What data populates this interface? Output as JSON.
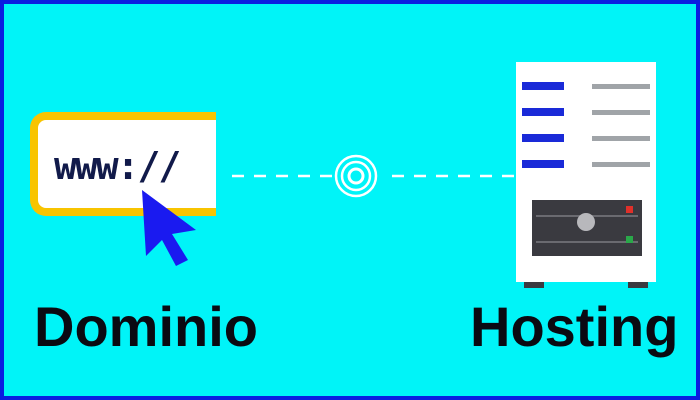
{
  "url_bar": {
    "text": "www://"
  },
  "labels": {
    "left": "Dominio",
    "right": "Hosting"
  },
  "colors": {
    "background": "#00f4f8",
    "frame": "#0a1ee0",
    "url_border": "#f8c400",
    "cursor": "#1a1af0",
    "server_blue": "#1a2ad8",
    "server_panel": "#3a3a40",
    "led_red": "#e0302a",
    "led_green": "#2aa84a"
  },
  "icons": {
    "pointer": "cursor-arrow-icon",
    "signal": "signal-rings-icon",
    "server": "server-tower-icon"
  }
}
